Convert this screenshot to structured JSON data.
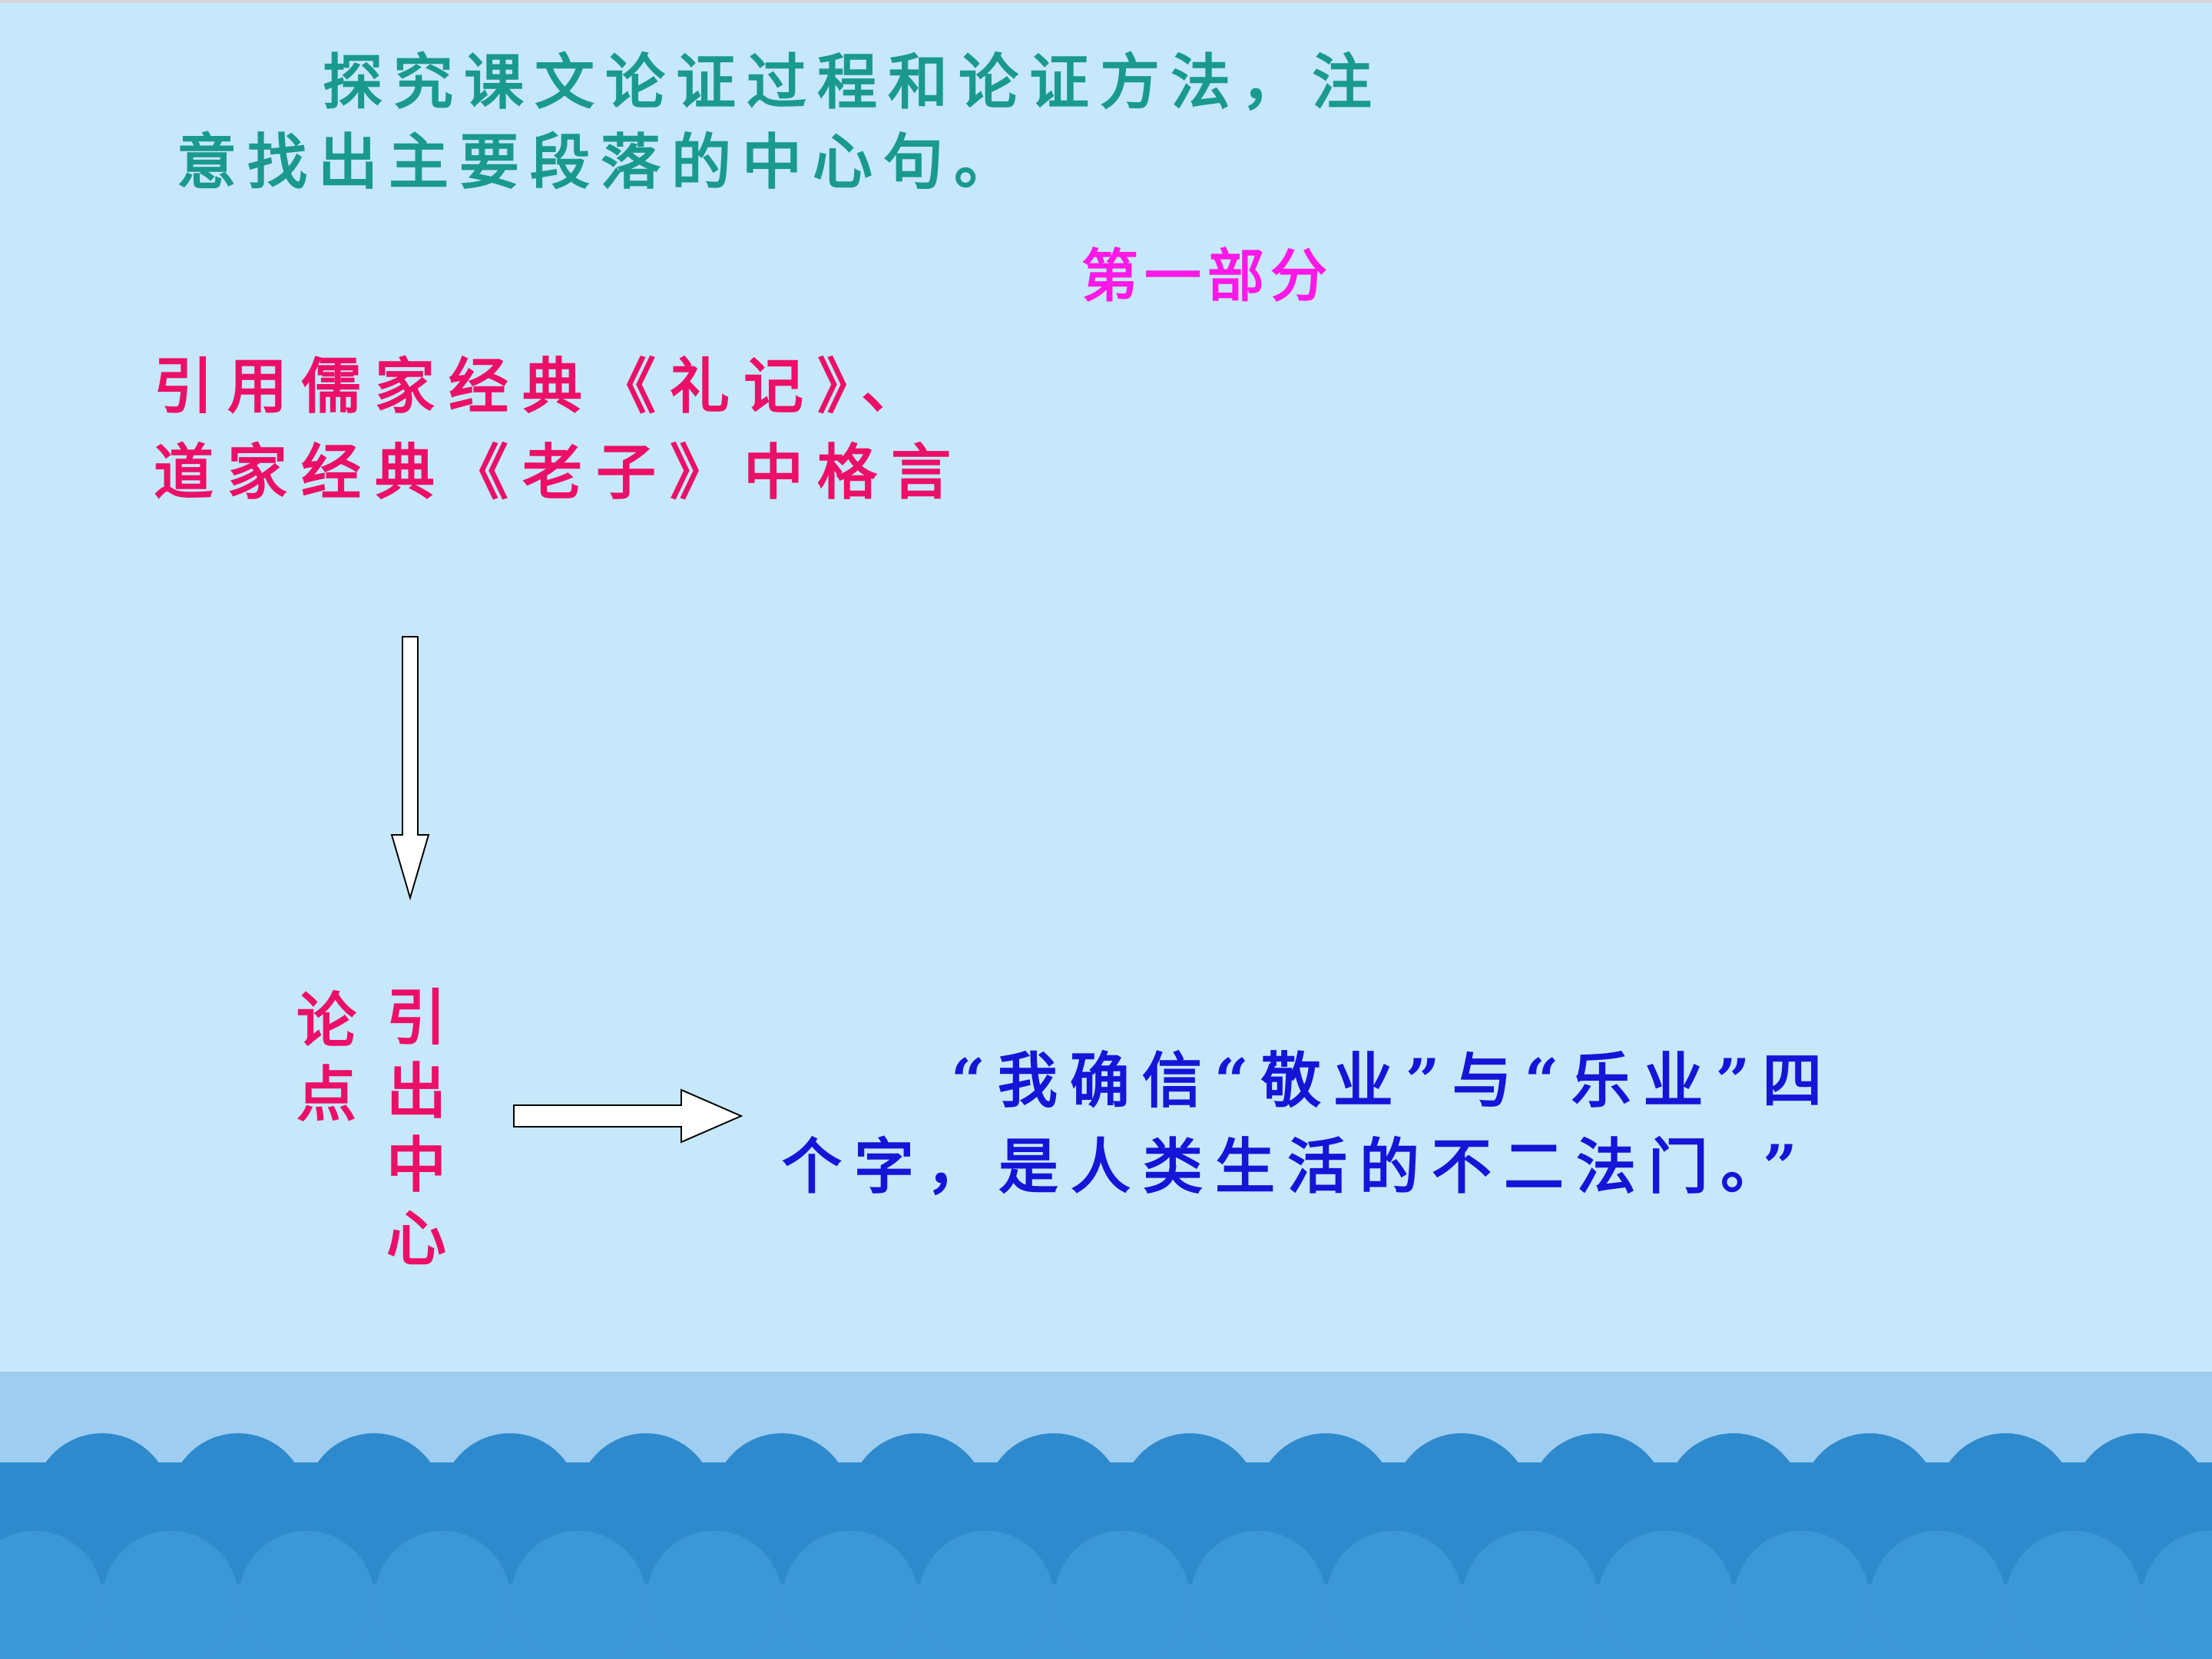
{
  "instruction": {
    "line1": "探究课文论证过程和论证方法，注",
    "line2": "意找出主要段落的中心句。"
  },
  "section_title": "第一部分",
  "quote_source": {
    "line1": "引用儒家经典《礼记》、",
    "line2": "道家经典《老子》中格言"
  },
  "label_argument": [
    "论",
    "点"
  ],
  "label_lead_center": [
    "引",
    "出",
    "中",
    "心"
  ],
  "thesis": {
    "line1": "“我确信“敬业”与“乐业”四",
    "line2": "个字，是人类生活的不二法门。”"
  },
  "colors": {
    "background": "#c6e8fa",
    "instruction": "#1a9a8e",
    "section_title": "#ff18e6",
    "quote_source": "#ec0f67",
    "thesis": "#1515d8",
    "sea": "#9fcdf0",
    "wave_back": "#2e8acd",
    "wave_front": "#3c97d8"
  }
}
